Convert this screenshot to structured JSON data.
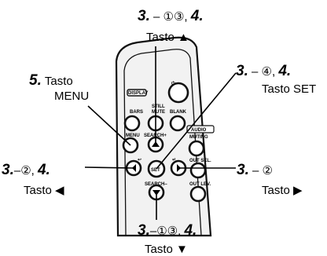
{
  "callouts": {
    "top_step": "3.",
    "top_sub": " – ①③, ",
    "top_step_end": "4.",
    "top_label": "Tasto ▲",
    "menu_step": "5.",
    "menu_label_1": "Tasto",
    "menu_label_2": "MENU",
    "set_step": "3.",
    "set_sub": " – ④, ",
    "set_step_end": "4.",
    "set_label": "Tasto SET",
    "left_step": "3.",
    "left_sub": "–②, ",
    "left_step_end": "4.",
    "left_label": "Tasto ◀",
    "right_step": "3.",
    "right_sub": " – ②",
    "right_label": "Tasto ▶",
    "bottom_step": "3.",
    "bottom_sub": "–①③, ",
    "bottom_step_end": "4.",
    "bottom_label": "Tasto ▼"
  },
  "remote": {
    "power_symbol": "⏻",
    "display": "DISPLAY",
    "bars": "BARS",
    "still": "STILL",
    "mute": "MUTE",
    "blank": "BLANK",
    "audio": "AUDIO",
    "menu": "MENU",
    "search_plus": "SEARCH+",
    "muting": "MUTING",
    "set": "SET",
    "out_sel": "OUT SEL.",
    "search_minus": "SEARCH–",
    "out_lev": "OUT LEV."
  }
}
